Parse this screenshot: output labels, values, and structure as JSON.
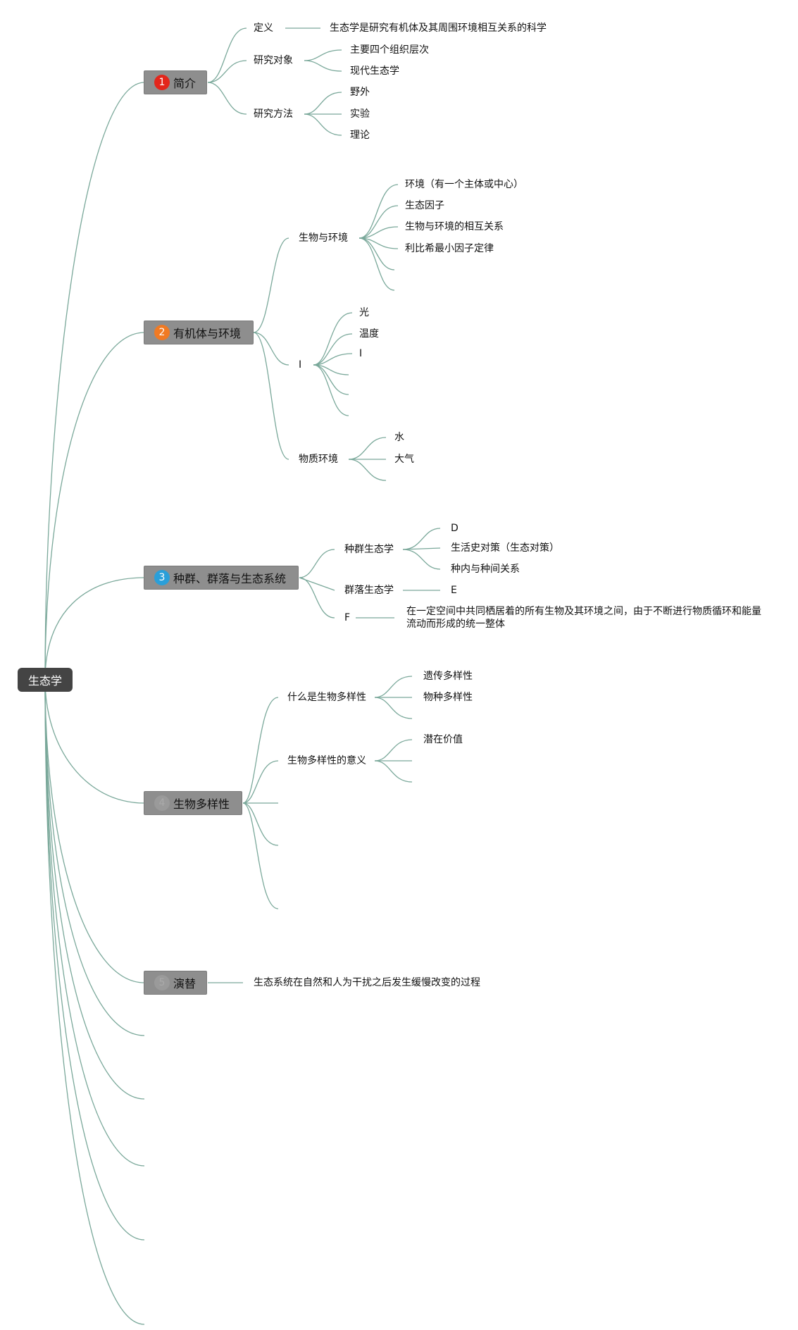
{
  "root": {
    "label": "生态学"
  },
  "topics": [
    {
      "badge": "1",
      "badge_color": "#e3261c",
      "label": "简介"
    },
    {
      "badge": "2",
      "badge_color": "#f07a24",
      "label": "有机体与环境"
    },
    {
      "badge": "3",
      "badge_color": "#2a9fd9",
      "label": "种群、群落与生态系统"
    },
    {
      "badge": "4",
      "badge_color": "#9a9a9a",
      "label": "生物多样性"
    },
    {
      "badge": "5",
      "badge_color": "#9a9a9a",
      "label": "演替"
    }
  ],
  "intro": {
    "definition": "定义",
    "definition_text": "生态学是研究有机体及其周围环境相互关系的科学",
    "object": "研究对象",
    "object_items": [
      "主要四个组织层次",
      "现代生态学"
    ],
    "method": "研究方法",
    "method_items": [
      "野外",
      "实验",
      "理论"
    ]
  },
  "organism": {
    "bio_env": "生物与环境",
    "bio_env_items": [
      "环境（有一个主体或中心）",
      "生态因子",
      "生物与环境的相互关系",
      "利比希最小因子定律"
    ],
    "roman": "I",
    "roman_items": [
      "光",
      "温度",
      "I"
    ],
    "material": "物质环境",
    "material_items": [
      "水",
      "大气"
    ]
  },
  "population": {
    "pop_eco": "种群生态学",
    "pop_items": [
      "D",
      "生活史对策（生态对策）",
      "种内与种间关系"
    ],
    "comm_eco": "群落生态学",
    "comm_item": "E",
    "f_label": "F",
    "f_text": "在一定空间中共同栖居着的所有生物及其环境之间，由于不断进行物质循环和能量流动而形成的统一整体"
  },
  "biodiversity": {
    "what": "什么是生物多样性",
    "what_items": [
      "遗传多样性",
      "物种多样性"
    ],
    "meaning": "生物多样性的意义",
    "meaning_items": [
      "潜在价值"
    ]
  },
  "succession": {
    "text": "生态系统在自然和人为干扰之后发生缓慢改变的过程"
  },
  "colors": {
    "line": "#7aa89a",
    "root_bg": "#444444",
    "topic_bg": "#8e8e8e"
  }
}
